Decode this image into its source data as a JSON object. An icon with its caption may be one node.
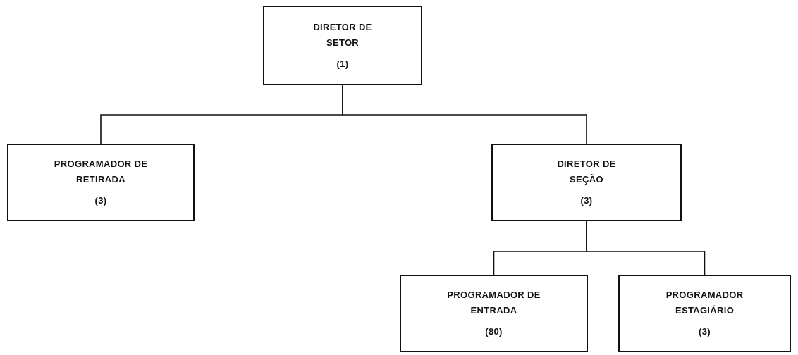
{
  "diagram": {
    "nodes": [
      {
        "text": [
          "DIRETOR DE SETOR",
          "(1)"
        ]
      },
      {
        "text": [
          "PROGRAMADOR DE RETIRADA",
          "(3)"
        ]
      },
      {
        "text": [
          "DIRETOR DE SEÇÃO",
          "(3)"
        ]
      },
      {
        "text": [
          "PROGRAMADOR DE ENTRADA",
          "(80)"
        ]
      },
      {
        "text": [
          "PROGRAMADOR ESTAGIÁRIO",
          "(3)"
        ]
      }
    ],
    "edges": [
      {
        "from": 0,
        "to": 1,
        "arrow": "none"
      },
      {
        "from": 0,
        "to": 2,
        "arrow": "none"
      },
      {
        "from": 2,
        "to": 3,
        "arrow": "none"
      },
      {
        "from": 2,
        "to": 4,
        "arrow": "none"
      }
    ]
  }
}
